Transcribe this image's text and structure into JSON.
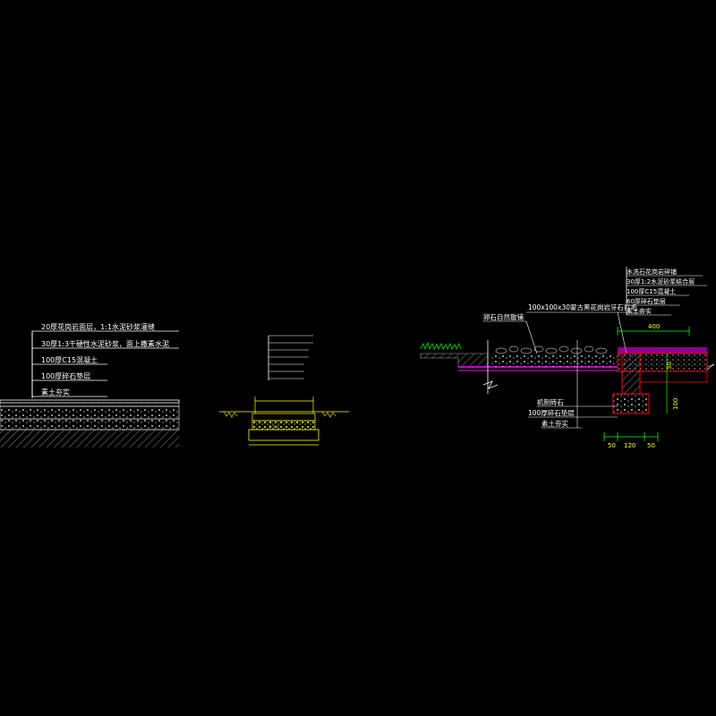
{
  "detail1": {
    "labels": [
      "20厚花岗岩面层，1:1水泥砂浆灌缝",
      "30厚1:3干硬性水泥砂浆，面上撒素水泥",
      "100厚C15混凝土",
      "100厚碎石垫层",
      "素土夯实"
    ]
  },
  "detail2": {
    "labels": [
      "",
      "",
      "",
      "",
      "",
      "",
      ""
    ],
    "dim_top": "",
    "dim_bottom": ""
  },
  "detail3": {
    "top_labels": [
      "水洗石花岗岩碎铺",
      "30厚1:2水泥砂浆结合层",
      "100厚C15混凝土",
      "60厚碎石垫层",
      "素土夯实"
    ],
    "bracket_label": "100x100x30蒙古黑花岗岩牙石打毛",
    "pebble_label": "卵石自然散铺",
    "bottom_labels": [
      "机制砖石",
      "100厚碎石垫层",
      "素土夯实"
    ],
    "dim_400": "400",
    "dim_100": "100",
    "dim_30": "30",
    "dim_bottom": [
      "50",
      "120",
      "50"
    ]
  },
  "colors": {
    "line": "#ffffff",
    "dim_yellow": "#ffff00",
    "dim_green": "#00ff00",
    "magenta": "#ff00ff",
    "red": "#ff0000",
    "grass": "#00c000"
  }
}
